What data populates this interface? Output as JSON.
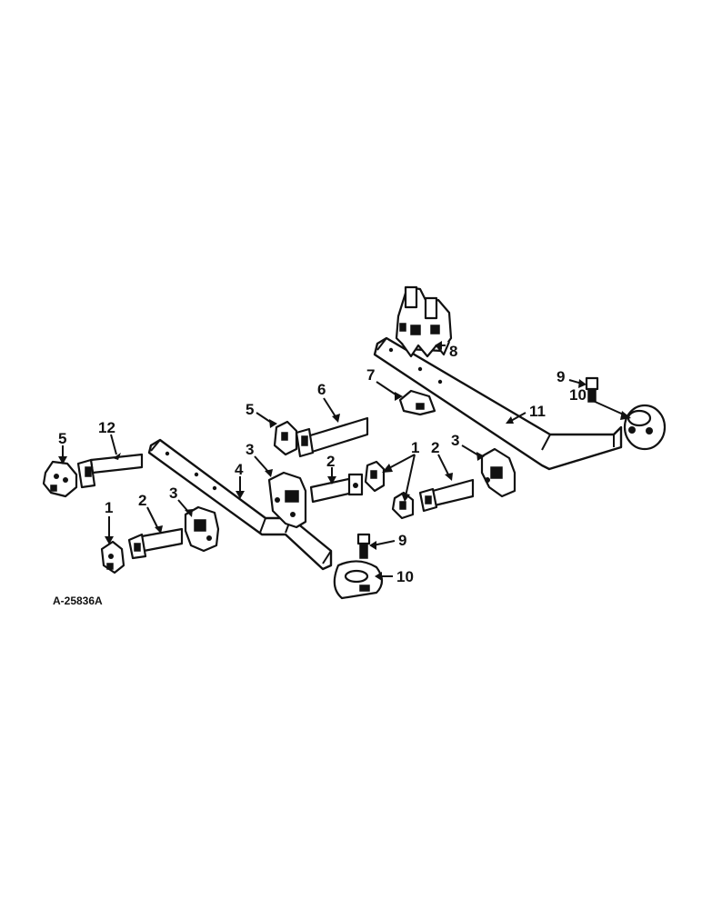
{
  "diagram": {
    "drawing_id": "A-25836A",
    "callouts": {
      "c1": "1",
      "c2": "2",
      "c3": "3",
      "c4": "4",
      "c5": "5",
      "c6": "6",
      "c7": "7",
      "c8": "8",
      "c9": "9",
      "c10": "10",
      "c11": "11",
      "c12": "12"
    }
  }
}
